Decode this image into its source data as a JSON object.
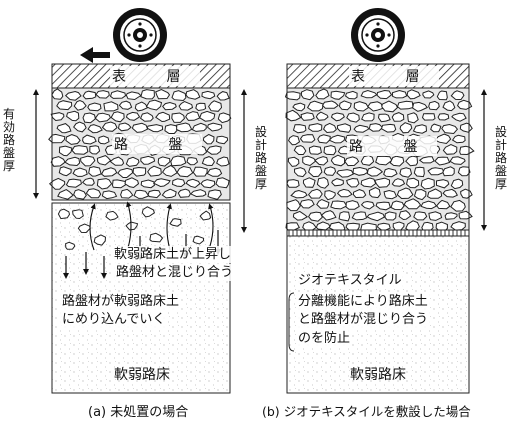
{
  "panel_a": {
    "surface_label": "表 層",
    "base_label": "路 盤",
    "subgrade_label": "軟弱路床",
    "effective_thickness_label": "有効路盤厚",
    "design_thickness_label": "設計路盤厚",
    "annotation_rise_line1": "軟弱路床土が上昇し",
    "annotation_rise_line2": "路盤材と混じり合う",
    "annotation_sink_line1": "路盤材が軟弱路床土",
    "annotation_sink_line2": "にめり込んでいく",
    "caption": "(a) 未処置の場合"
  },
  "panel_b": {
    "surface_label": "表 層",
    "base_label": "路 盤",
    "subgrade_label": "軟弱路床",
    "design_thickness_label": "設計路盤厚",
    "geotextile_label": "ジオテキスタイル",
    "annotation_line1": "分離機能により路床土",
    "annotation_line2": "と路盤材が混じり合う",
    "annotation_line3": "のを防止",
    "caption": "(b) ジオテキスタイルを敷設した場合"
  },
  "icons": [
    "wheel-icon",
    "direction-arrow-icon",
    "dimension-arrow-icon"
  ]
}
